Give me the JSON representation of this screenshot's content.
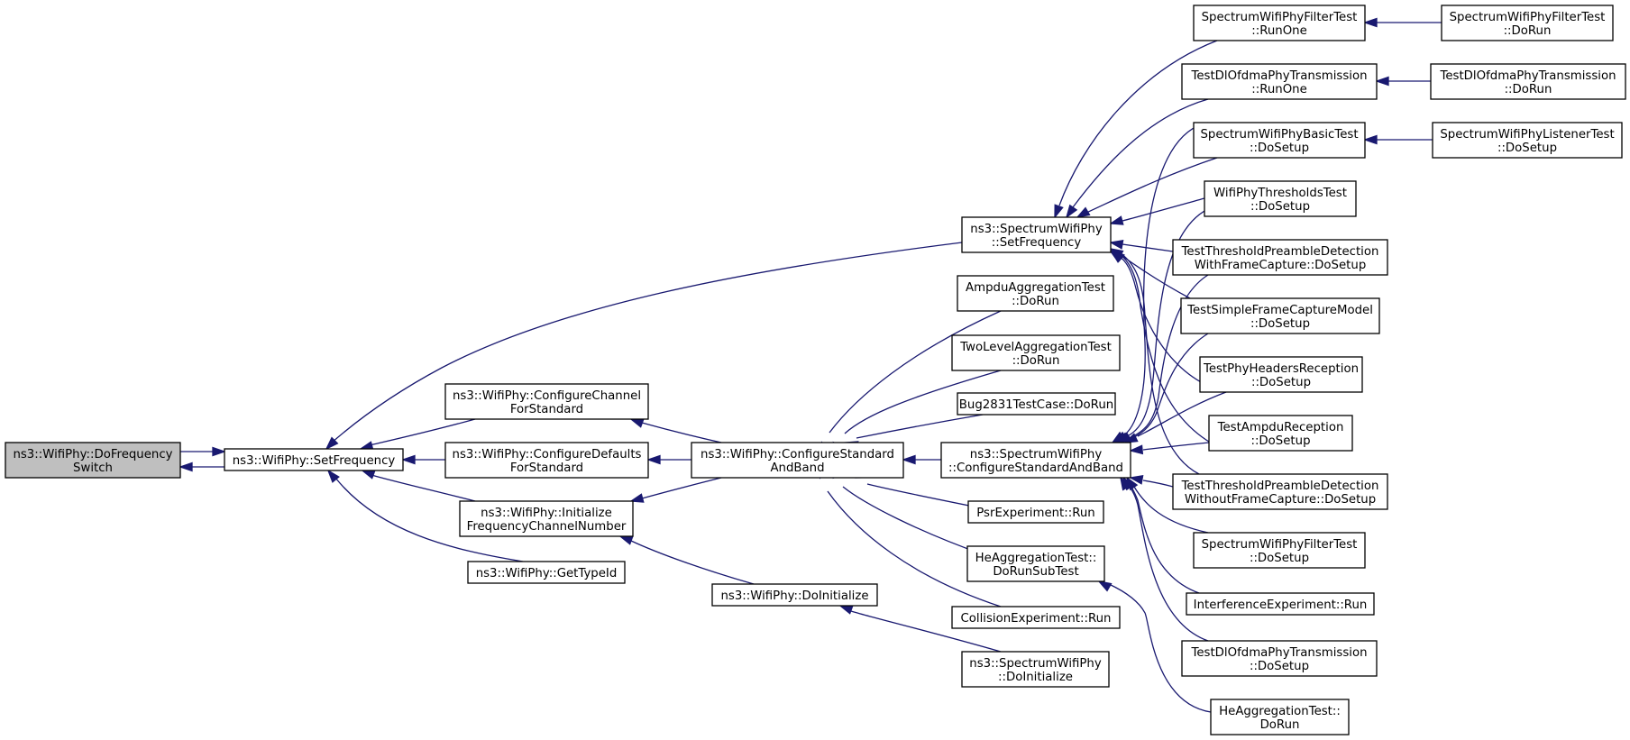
{
  "diagram": {
    "kind": "doxygen-call-graph",
    "colors": {
      "edge": "#191970",
      "current_node_fill": "#bfbfbf",
      "node_fill": "#ffffff",
      "node_border": "#000000"
    },
    "nodes": [
      {
        "id": "n0",
        "lines": [
          "ns3::WifiPhy::DoFrequency",
          "Switch"
        ],
        "current": true
      },
      {
        "id": "n1",
        "lines": [
          "ns3::WifiPhy::SetFrequency"
        ]
      },
      {
        "id": "n2",
        "lines": [
          "ns3::SpectrumWifiPhy",
          "::SetFrequency"
        ]
      },
      {
        "id": "n3",
        "lines": [
          "ns3::WifiPhy::ConfigureChannel",
          "ForStandard"
        ]
      },
      {
        "id": "n4",
        "lines": [
          "ns3::WifiPhy::ConfigureDefaults",
          "ForStandard"
        ]
      },
      {
        "id": "n5",
        "lines": [
          "ns3::WifiPhy::Initialize",
          "FrequencyChannelNumber"
        ]
      },
      {
        "id": "n6",
        "lines": [
          "ns3::WifiPhy::GetTypeId"
        ]
      },
      {
        "id": "n7",
        "lines": [
          "ns3::WifiPhy::ConfigureStandard",
          "AndBand"
        ]
      },
      {
        "id": "n8",
        "lines": [
          "ns3::WifiPhy::DoInitialize"
        ]
      },
      {
        "id": "n9",
        "lines": [
          "ns3::SpectrumWifiPhy",
          "::DoInitialize"
        ]
      },
      {
        "id": "n10",
        "lines": [
          "AmpduAggregationTest",
          "::DoRun"
        ]
      },
      {
        "id": "n11",
        "lines": [
          "TwoLevelAggregationTest",
          "::DoRun"
        ]
      },
      {
        "id": "n12",
        "lines": [
          "Bug2831TestCase::DoRun"
        ]
      },
      {
        "id": "n13",
        "lines": [
          "ns3::SpectrumWifiPhy",
          "::ConfigureStandardAndBand"
        ]
      },
      {
        "id": "n14",
        "lines": [
          "PsrExperiment::Run"
        ]
      },
      {
        "id": "n15",
        "lines": [
          "HeAggregationTest::",
          "DoRunSubTest"
        ]
      },
      {
        "id": "n16",
        "lines": [
          "CollisionExperiment::Run"
        ]
      },
      {
        "id": "n17",
        "lines": [
          "SpectrumWifiPhyFilterTest",
          "::RunOne"
        ]
      },
      {
        "id": "n18",
        "lines": [
          "TestDlOfdmaPhyTransmission",
          "::RunOne"
        ]
      },
      {
        "id": "n19",
        "lines": [
          "SpectrumWifiPhyBasicTest",
          "::DoSetup"
        ]
      },
      {
        "id": "n20",
        "lines": [
          "WifiPhyThresholdsTest",
          "::DoSetup"
        ]
      },
      {
        "id": "n21",
        "lines": [
          "TestThresholdPreambleDetection",
          "WithFrameCapture::DoSetup"
        ]
      },
      {
        "id": "n22",
        "lines": [
          "TestSimpleFrameCaptureModel",
          "::DoSetup"
        ]
      },
      {
        "id": "n23",
        "lines": [
          "TestPhyHeadersReception",
          "::DoSetup"
        ]
      },
      {
        "id": "n24",
        "lines": [
          "TestAmpduReception",
          "::DoSetup"
        ]
      },
      {
        "id": "n25",
        "lines": [
          "TestThresholdPreambleDetection",
          "WithoutFrameCapture::DoSetup"
        ]
      },
      {
        "id": "n26",
        "lines": [
          "SpectrumWifiPhyFilterTest",
          "::DoSetup"
        ]
      },
      {
        "id": "n27",
        "lines": [
          "InterferenceExperiment::Run"
        ]
      },
      {
        "id": "n28",
        "lines": [
          "TestDlOfdmaPhyTransmission",
          "::DoSetup"
        ]
      },
      {
        "id": "n29",
        "lines": [
          "HeAggregationTest::",
          "DoRun"
        ]
      },
      {
        "id": "n30",
        "lines": [
          "SpectrumWifiPhyFilterTest",
          "::DoRun"
        ]
      },
      {
        "id": "n31",
        "lines": [
          "TestDlOfdmaPhyTransmission",
          "::DoRun"
        ]
      },
      {
        "id": "n32",
        "lines": [
          "SpectrumWifiPhyListenerTest",
          "::DoSetup"
        ]
      }
    ],
    "edges": [
      {
        "from": "n0",
        "to": "n1"
      },
      {
        "from": "n1",
        "to": "n0"
      },
      {
        "from": "n2",
        "to": "n1"
      },
      {
        "from": "n3",
        "to": "n1"
      },
      {
        "from": "n4",
        "to": "n1"
      },
      {
        "from": "n5",
        "to": "n1"
      },
      {
        "from": "n6",
        "to": "n1"
      },
      {
        "from": "n7",
        "to": "n3"
      },
      {
        "from": "n7",
        "to": "n4"
      },
      {
        "from": "n7",
        "to": "n5"
      },
      {
        "from": "n8",
        "to": "n5"
      },
      {
        "from": "n9",
        "to": "n8"
      },
      {
        "from": "n10",
        "to": "n7"
      },
      {
        "from": "n11",
        "to": "n7"
      },
      {
        "from": "n12",
        "to": "n7"
      },
      {
        "from": "n13",
        "to": "n7"
      },
      {
        "from": "n14",
        "to": "n7"
      },
      {
        "from": "n15",
        "to": "n7"
      },
      {
        "from": "n16",
        "to": "n7"
      },
      {
        "from": "n17",
        "to": "n2"
      },
      {
        "from": "n18",
        "to": "n2"
      },
      {
        "from": "n19",
        "to": "n2"
      },
      {
        "from": "n20",
        "to": "n2"
      },
      {
        "from": "n21",
        "to": "n2"
      },
      {
        "from": "n22",
        "to": "n2"
      },
      {
        "from": "n23",
        "to": "n2"
      },
      {
        "from": "n24",
        "to": "n2"
      },
      {
        "from": "n25",
        "to": "n2"
      },
      {
        "from": "n19",
        "to": "n13"
      },
      {
        "from": "n20",
        "to": "n13"
      },
      {
        "from": "n21",
        "to": "n13"
      },
      {
        "from": "n22",
        "to": "n13"
      },
      {
        "from": "n23",
        "to": "n13"
      },
      {
        "from": "n24",
        "to": "n13"
      },
      {
        "from": "n25",
        "to": "n13"
      },
      {
        "from": "n26",
        "to": "n13"
      },
      {
        "from": "n27",
        "to": "n13"
      },
      {
        "from": "n28",
        "to": "n13"
      },
      {
        "from": "n29",
        "to": "n15"
      },
      {
        "from": "n30",
        "to": "n17"
      },
      {
        "from": "n31",
        "to": "n18"
      },
      {
        "from": "n32",
        "to": "n19"
      }
    ]
  }
}
